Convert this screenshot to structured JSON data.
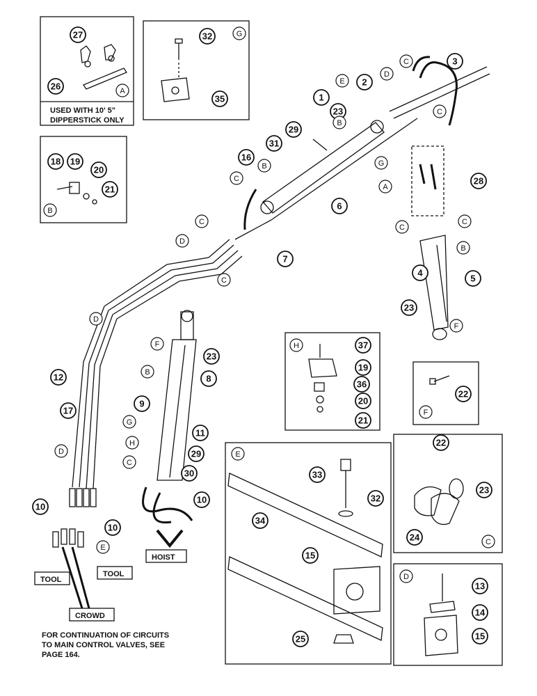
{
  "notes": {
    "used_with": "USED WITH  10' 5\"",
    "dipperstick_only": "DIPPERSTICK ONLY",
    "continuation_1": "FOR CONTINUATION OF CIRCUITS",
    "continuation_2": "TO MAIN CONTROL VALVES, SEE",
    "continuation_3": "PAGE 164."
  },
  "labels": {
    "tool": "TOOL",
    "crowd": "CROWD",
    "hoist": "HOIST"
  },
  "panels": [
    "A",
    "B",
    "C",
    "D",
    "E",
    "F",
    "G",
    "H"
  ],
  "callouts": [
    {
      "id": "p27",
      "n": "27"
    },
    {
      "id": "p26",
      "n": "26"
    },
    {
      "id": "p32a",
      "n": "32"
    },
    {
      "id": "p35",
      "n": "35"
    },
    {
      "id": "p3",
      "n": "3"
    },
    {
      "id": "p2",
      "n": "2"
    },
    {
      "id": "p1",
      "n": "1"
    },
    {
      "id": "p23a",
      "n": "23"
    },
    {
      "id": "p29a",
      "n": "29"
    },
    {
      "id": "p31",
      "n": "31"
    },
    {
      "id": "p16",
      "n": "16"
    },
    {
      "id": "p28",
      "n": "28"
    },
    {
      "id": "p18",
      "n": "18"
    },
    {
      "id": "p19a",
      "n": "19"
    },
    {
      "id": "p20a",
      "n": "20"
    },
    {
      "id": "p21a",
      "n": "21"
    },
    {
      "id": "p6",
      "n": "6"
    },
    {
      "id": "p7",
      "n": "7"
    },
    {
      "id": "p4",
      "n": "4"
    },
    {
      "id": "p5",
      "n": "5"
    },
    {
      "id": "p23b",
      "n": "23"
    },
    {
      "id": "p12",
      "n": "12"
    },
    {
      "id": "p17",
      "n": "17"
    },
    {
      "id": "p23c",
      "n": "23"
    },
    {
      "id": "p8",
      "n": "8"
    },
    {
      "id": "p9",
      "n": "9"
    },
    {
      "id": "p11",
      "n": "11"
    },
    {
      "id": "p29b",
      "n": "29"
    },
    {
      "id": "p30",
      "n": "30"
    },
    {
      "id": "p10a",
      "n": "10"
    },
    {
      "id": "p10b",
      "n": "10"
    },
    {
      "id": "p10c",
      "n": "10"
    },
    {
      "id": "p37",
      "n": "37"
    },
    {
      "id": "p19b",
      "n": "19"
    },
    {
      "id": "p36",
      "n": "36"
    },
    {
      "id": "p20b",
      "n": "20"
    },
    {
      "id": "p21b",
      "n": "21"
    },
    {
      "id": "p22a",
      "n": "22"
    },
    {
      "id": "p33",
      "n": "33"
    },
    {
      "id": "p32b",
      "n": "32"
    },
    {
      "id": "p34",
      "n": "34"
    },
    {
      "id": "p15a",
      "n": "15"
    },
    {
      "id": "p25",
      "n": "25"
    },
    {
      "id": "p22b",
      "n": "22"
    },
    {
      "id": "p23d",
      "n": "23"
    },
    {
      "id": "p24",
      "n": "24"
    },
    {
      "id": "p13",
      "n": "13"
    },
    {
      "id": "p14",
      "n": "14"
    },
    {
      "id": "p15b",
      "n": "15"
    }
  ],
  "line_letters": [
    {
      "id": "lC1",
      "t": "C"
    },
    {
      "id": "lD1",
      "t": "D"
    },
    {
      "id": "lE1",
      "t": "E"
    },
    {
      "id": "lC2",
      "t": "C"
    },
    {
      "id": "lB1",
      "t": "B"
    },
    {
      "id": "lG1",
      "t": "G"
    },
    {
      "id": "lA1",
      "t": "A"
    },
    {
      "id": "lB2",
      "t": "B"
    },
    {
      "id": "lC3",
      "t": "C"
    },
    {
      "id": "lC4",
      "t": "C"
    },
    {
      "id": "lC5",
      "t": "C"
    },
    {
      "id": "lB3",
      "t": "B"
    },
    {
      "id": "lF1",
      "t": "F"
    },
    {
      "id": "lC6",
      "t": "C"
    },
    {
      "id": "lD2",
      "t": "D"
    },
    {
      "id": "lC7",
      "t": "C"
    },
    {
      "id": "lD3",
      "t": "D"
    },
    {
      "id": "lF2",
      "t": "F"
    },
    {
      "id": "lB4",
      "t": "B"
    },
    {
      "id": "lG2",
      "t": "G"
    },
    {
      "id": "lH1",
      "t": "H"
    },
    {
      "id": "lC8",
      "t": "C"
    },
    {
      "id": "lD4",
      "t": "D"
    },
    {
      "id": "lE2",
      "t": "E"
    }
  ]
}
